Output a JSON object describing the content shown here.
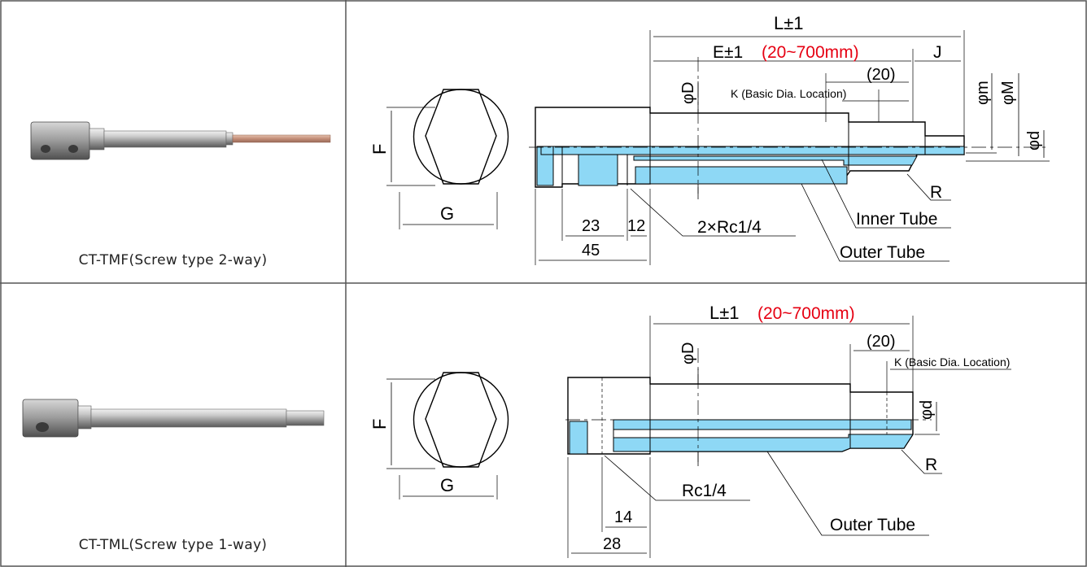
{
  "products": [
    {
      "caption": "CT-TMF(Screw type 2-way)",
      "labels": {
        "overall_length": "L±1",
        "effective_length": "E±1",
        "effective_range": "(20~700mm)",
        "thread_length": "J",
        "tip_length": "(20)",
        "k_location": "K (Basic Dia. Location)",
        "dia_D": "φD",
        "dia_m": "φm",
        "dia_M": "φM",
        "dia_d": "φd",
        "hex_F": "F",
        "hex_G": "G",
        "dim_23": "23",
        "dim_12": "12",
        "dim_45": "45",
        "port": "2×Rc1/4",
        "inner_tube": "Inner Tube",
        "outer_tube": "Outer Tube",
        "radius": "R"
      }
    },
    {
      "caption": "CT-TML(Screw type 1-way)",
      "labels": {
        "overall_length": "L±1",
        "effective_range": "(20~700mm)",
        "tip_length": "(20)",
        "k_location": "K (Basic Dia. Location)",
        "dia_D": "φD",
        "dia_d": "φd",
        "hex_F": "F",
        "hex_G": "G",
        "dim_14": "14",
        "dim_28": "28",
        "port": "Rc1/4",
        "outer_tube": "Outer Tube",
        "radius": "R"
      }
    }
  ],
  "colors": {
    "grid": "#555555",
    "line": "#000000",
    "fill": "#8ed8f5",
    "accent": "#e60012"
  }
}
